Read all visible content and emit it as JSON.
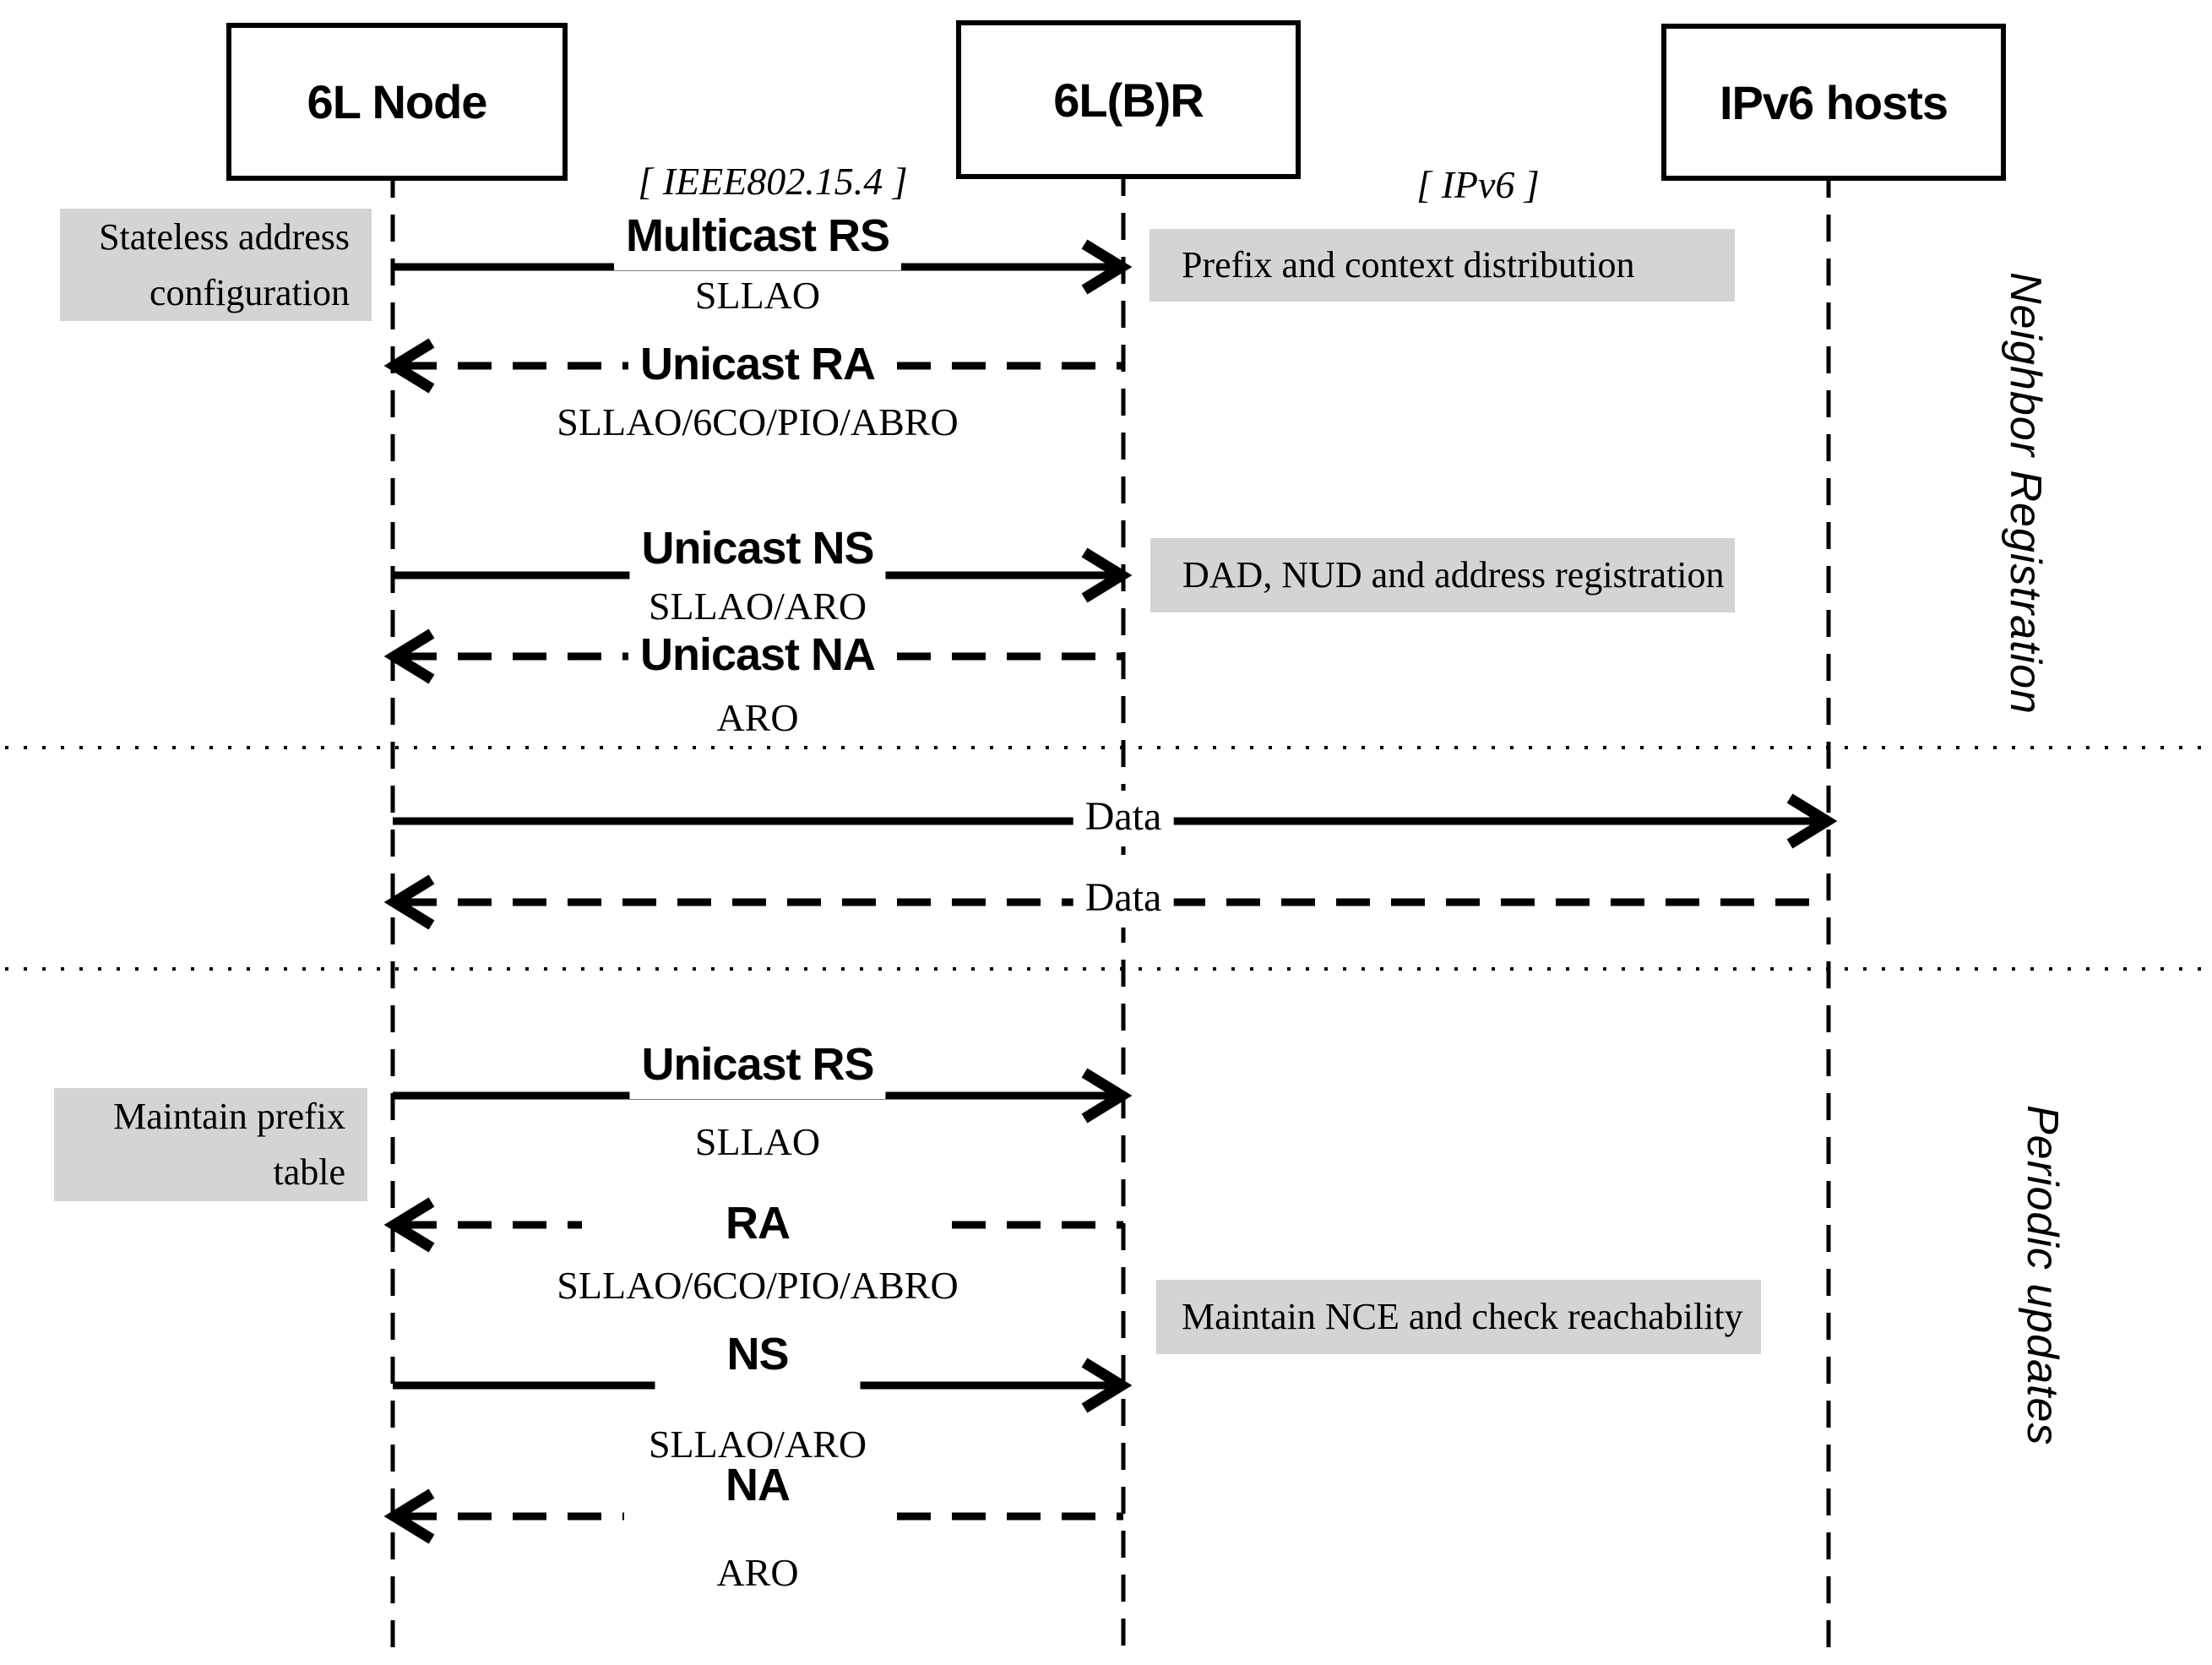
{
  "diagram": {
    "actors": [
      {
        "label": "6L Node"
      },
      {
        "label": "6L(B)R"
      },
      {
        "label": "IPv6 hosts"
      }
    ],
    "links": {
      "left": "[ IEEE802.15.4 ]",
      "right": "[ IPv6 ]"
    },
    "sections": {
      "top": "Neighbor Registration",
      "bottom": "Periodic updates"
    },
    "notes": {
      "stateless": {
        "line1": "Stateless address",
        "line2": "configuration"
      },
      "prefix_ctx": "Prefix and context distribution",
      "dad_nud": "DAD, NUD and address registration",
      "maintain_prefix": {
        "line1": "Maintain prefix",
        "line2": "table"
      },
      "maintain_nce": "Maintain NCE and check reachability"
    },
    "messages": [
      {
        "label": "Multicast RS",
        "sublabel": "SLLAO"
      },
      {
        "label": "Unicast RA",
        "sublabel": "SLLAO/6CO/PIO/ABRO"
      },
      {
        "label": "Unicast NS",
        "sublabel": "SLLAO/ARO"
      },
      {
        "label": "Unicast NA",
        "sublabel": "ARO"
      },
      {
        "label": "Data"
      },
      {
        "label": "Data"
      },
      {
        "label": "Unicast RS",
        "sublabel": "SLLAO"
      },
      {
        "label": "RA",
        "sublabel": "SLLAO/6CO/PIO/ABRO"
      },
      {
        "label": "NS",
        "sublabel": "SLLAO/ARO"
      },
      {
        "label": "NA",
        "sublabel": "ARO"
      }
    ],
    "colors": {
      "line": "#000000",
      "note_bg": "#d4d4d4",
      "background": "#ffffff"
    }
  }
}
